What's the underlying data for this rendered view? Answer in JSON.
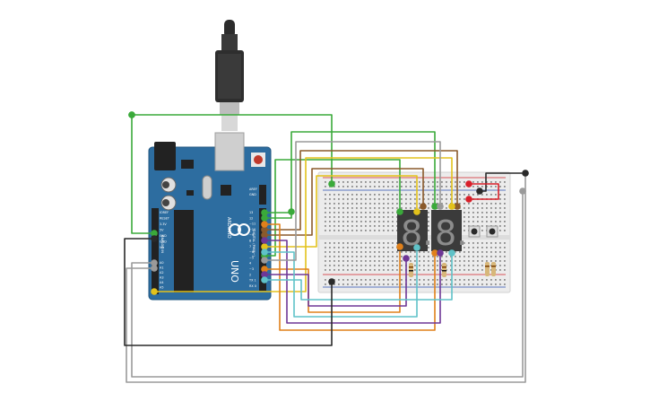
{
  "arduino": {
    "brand": "ARDUINO",
    "model": "UNO",
    "analog_label": "ANALOG IN",
    "digital_label": "DIGITAL (PWM~)",
    "power_pins": [
      "IOREF",
      "RESET",
      "3.3V",
      "5V",
      "GND",
      "GND",
      "Vin"
    ],
    "analog_pins": [
      "A0",
      "A1",
      "A2",
      "A3",
      "A4",
      "A5"
    ],
    "digital_pins": [
      "13",
      "12",
      "~11",
      "~10",
      "~9",
      "8",
      "7",
      "~6",
      "~5",
      "4",
      "~3",
      "2",
      "TX 1",
      "RX 0"
    ],
    "top_pins": [
      "AREF",
      "GND"
    ]
  },
  "display": {
    "left_digit": "8.",
    "right_digit": "8."
  },
  "colors": {
    "board": "#2d6da0",
    "board_edge": "#1f557f",
    "breadboard": "#ececec",
    "wire_green": "#3aaa3a",
    "wire_orange": "#e0801a",
    "wire_yellow": "#e3c21b",
    "wire_purple": "#6e3796",
    "wire_brown": "#8a5a2b",
    "wire_cyan": "#5fc2c8",
    "wire_grey": "#9a9a9a",
    "wire_black": "#2a2a2a",
    "wire_red": "#d8202a",
    "segment_display": "#3b3b3b"
  }
}
